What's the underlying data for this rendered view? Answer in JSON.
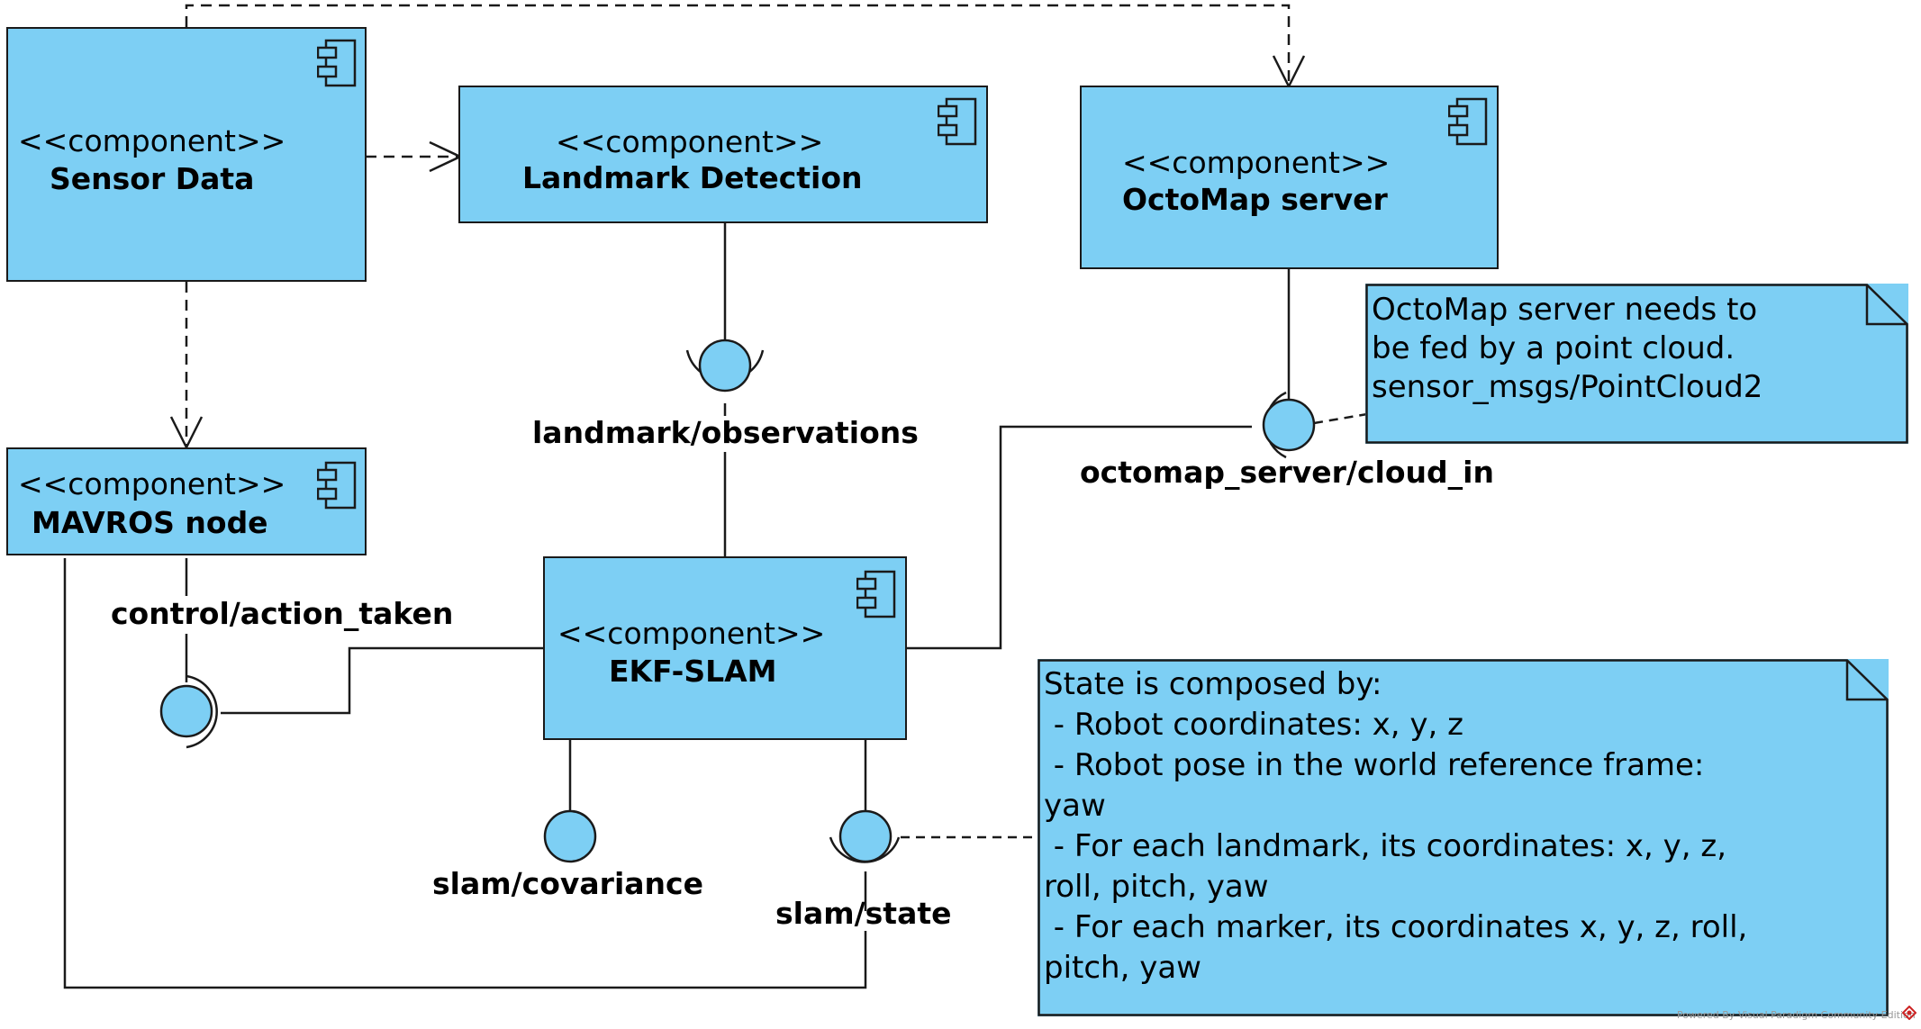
{
  "colors": {
    "component_fill": "#7dcff4",
    "stroke": "#1a1a1a",
    "watermark": "#999999",
    "watermark_icon": "#cc2222"
  },
  "components": {
    "sensor_data": {
      "stereotype": "<<component>>",
      "name": "Sensor Data"
    },
    "landmark_detection": {
      "stereotype": "<<component>>",
      "name": "Landmark Detection"
    },
    "octomap_server": {
      "stereotype": "<<component>>",
      "name": "OctoMap server"
    },
    "mavros_node": {
      "stereotype": "<<component>>",
      "name": "MAVROS node"
    },
    "ekf_slam": {
      "stereotype": "<<component>>",
      "name": "EKF-SLAM"
    }
  },
  "interfaces": {
    "landmark_observations": "landmark/observations",
    "octomap_cloud_in": "octomap_server/cloud_in",
    "control_action_taken": "control/action_taken",
    "slam_covariance": "slam/covariance",
    "slam_state": "slam/state"
  },
  "notes": {
    "octomap_note": "OctoMap server needs to\nbe fed by a point cloud.\nsensor_msgs/PointCloud2",
    "state_note": "State is composed by:\n - Robot coordinates: x, y, z\n - Robot pose in the world reference frame:\nyaw\n - For each landmark, its coordinates: x, y, z,\nroll, pitch, yaw\n - For each marker, its coordinates x, y, z, roll,\npitch, yaw"
  },
  "watermark": "Powered By Visual Paradigm Community Edition"
}
